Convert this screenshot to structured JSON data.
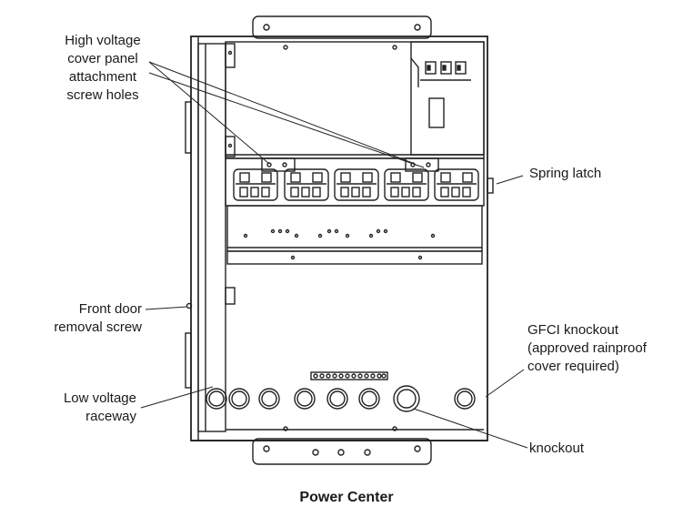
{
  "caption": "Power Center",
  "labels": {
    "hv_screw_holes": [
      "High voltage",
      "cover panel",
      "attachment",
      "screw holes"
    ],
    "spring_latch": "Spring latch",
    "front_door_screw": [
      "Front door",
      "removal screw"
    ],
    "gfci_knockout": [
      "GFCI knockout",
      "(approved rainproof",
      "cover required)"
    ],
    "low_voltage_raceway": [
      "Low voltage",
      "raceway"
    ],
    "knockout": "knockout"
  }
}
